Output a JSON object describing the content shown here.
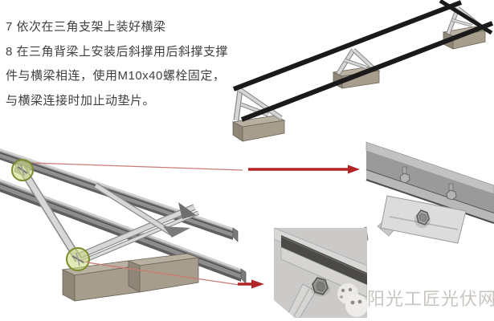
{
  "instructions": {
    "lines": [
      "7 依次在三角支架上装好横梁",
      "8 在三角背梁上安装后斜撑用后斜撑支撑",
      "件与横梁相连，使用M10x40螺栓固定，",
      "与横梁连接时加止动垫片。"
    ]
  },
  "watermark": {
    "text": "阳光工匠光伏网"
  },
  "colors": {
    "text_dark": "#3f3f3f",
    "arrow_red": "#b32424",
    "leader_red": "#c97b74",
    "highlight_green_fill": "#c8d878",
    "highlight_green_stroke": "#7c8b2d",
    "rail_black": "#1a1a1a",
    "watermark_grey": "#c9c5c0",
    "concrete_top": "#b8b0a1",
    "concrete_front": "#a69d8d",
    "concrete_side": "#8f8678",
    "steel_light": "#d6d6d6",
    "steel_mid": "#9a9a9a",
    "steel_dark": "#5c5c5c"
  }
}
